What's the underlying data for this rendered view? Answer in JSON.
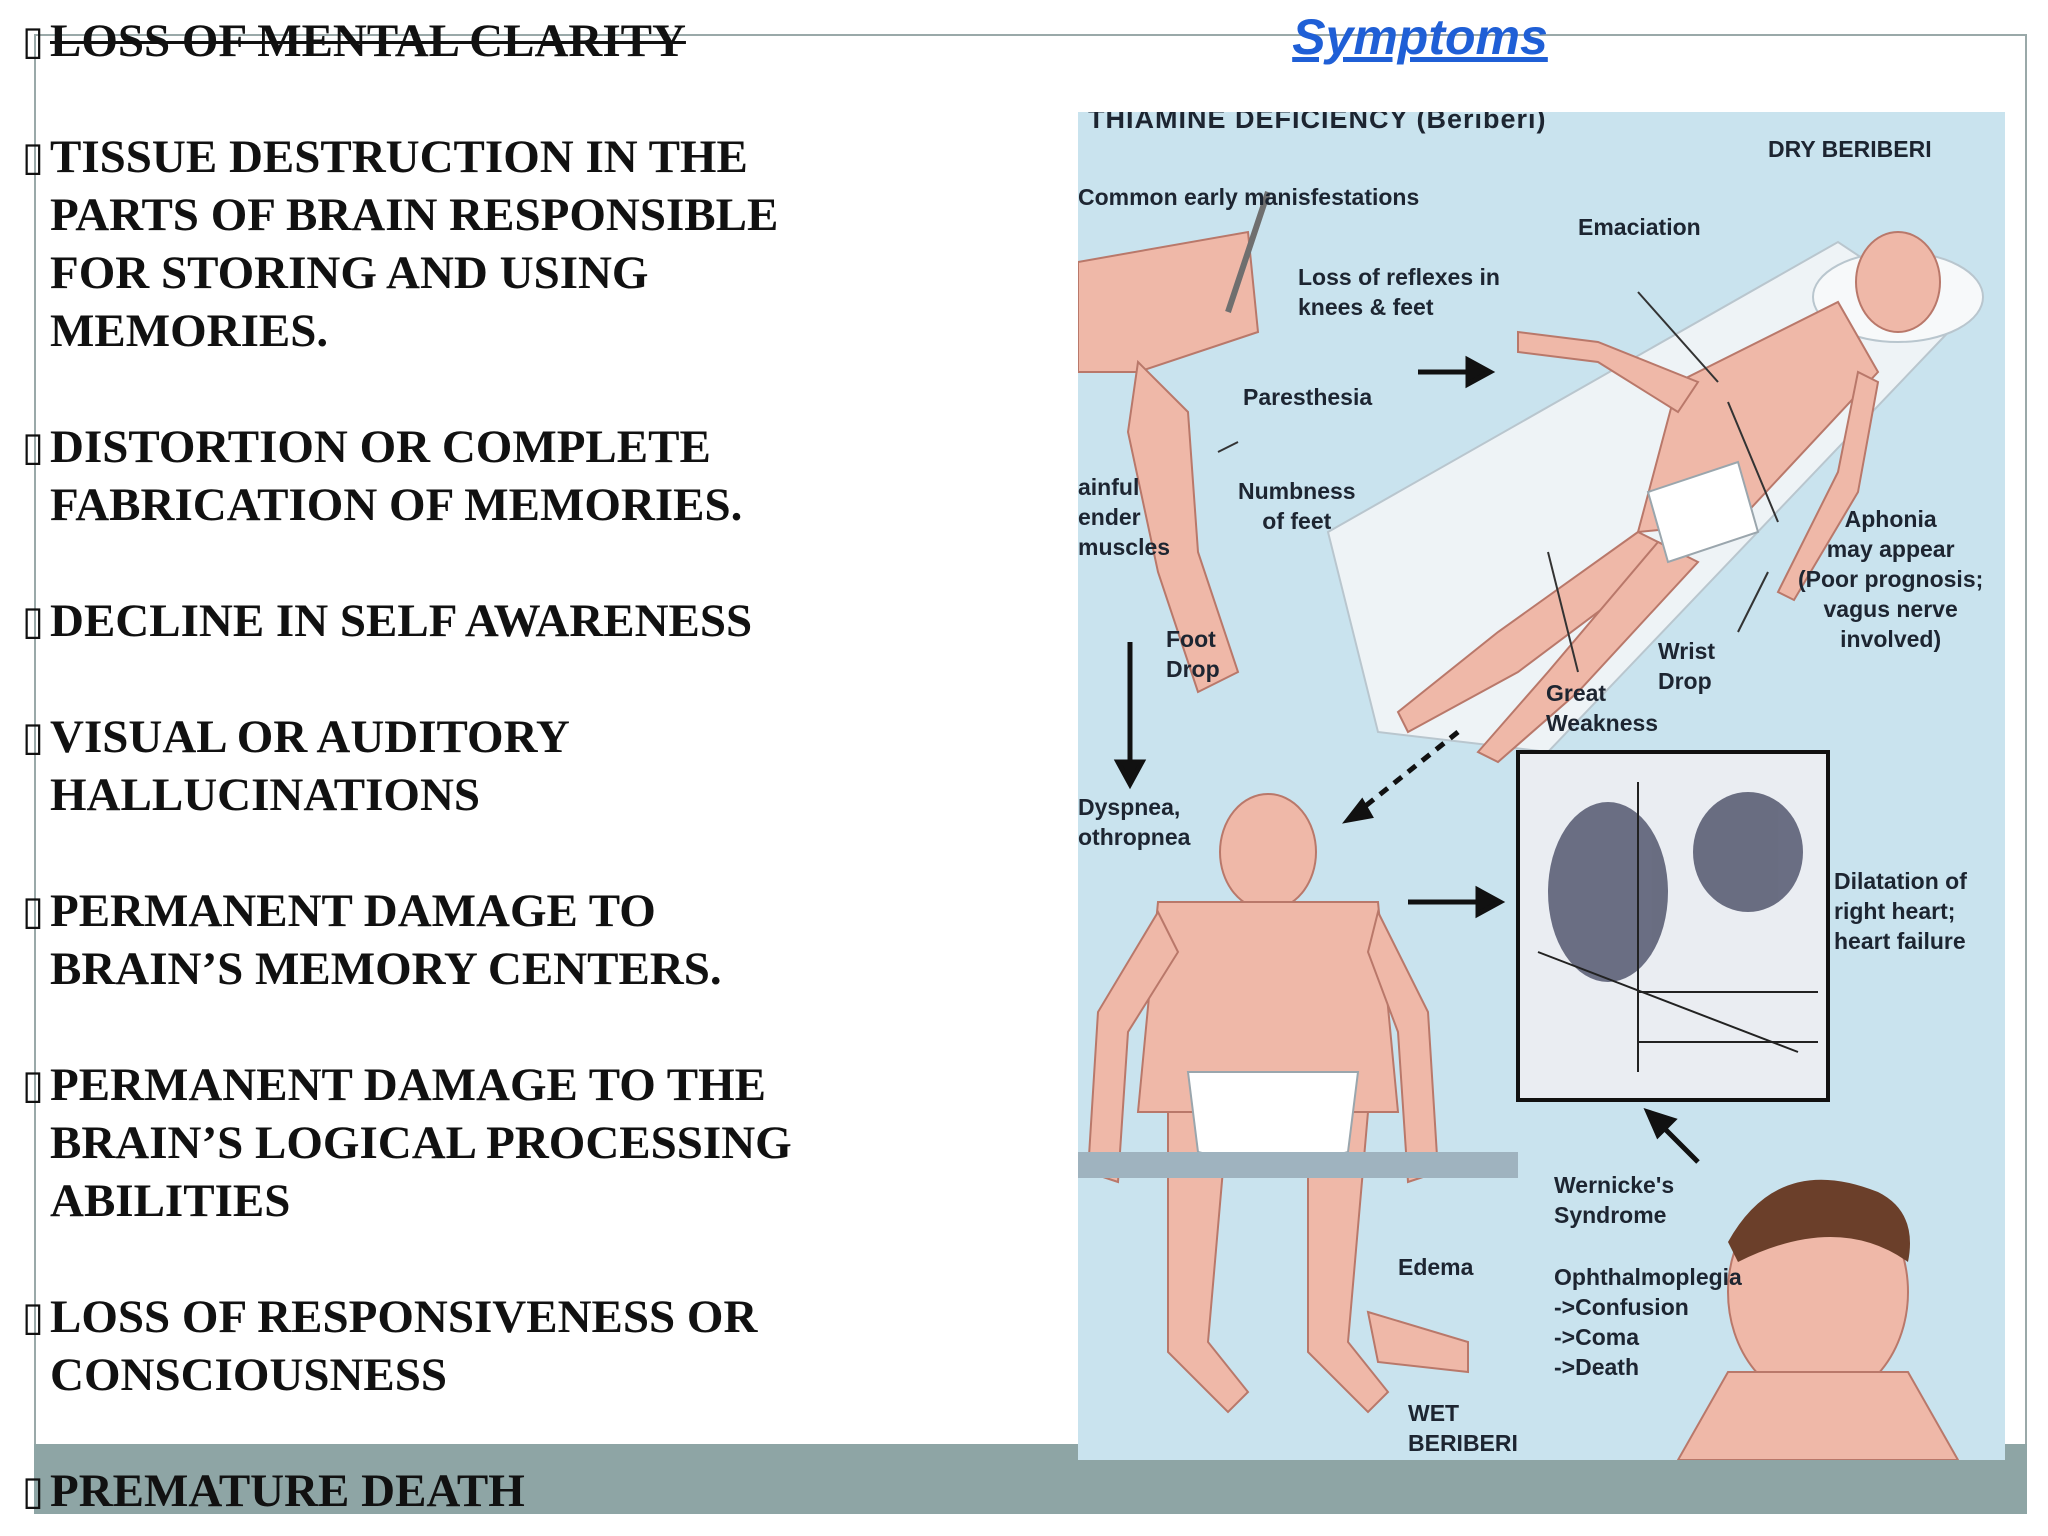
{
  "slide": {
    "title": "Symptoms",
    "colors": {
      "title": "#1f5fd6",
      "footer_bar": "#8ea5a5",
      "frame": "#9aa9a9",
      "panel_background": "#c9e3ee"
    },
    "bullet_glyph": "missing-glyph-box",
    "bullets": [
      {
        "text": "LOSS OF MENTAL CLARITY",
        "strike": true
      },
      {
        "text": "TISSUE DESTRUCTION IN THE\nPARTS OF BRAIN RESPONSIBLE\nFOR STORING AND USING\nMEMORIES."
      },
      {
        "text": "DISTORTION OR COMPLETE\nFABRICATION OF MEMORIES."
      },
      {
        "text": "DECLINE IN SELF AWARENESS"
      },
      {
        "text": "VISUAL OR AUDITORY\nHALLUCINATIONS"
      },
      {
        "text": "PERMANENT DAMAGE TO\nBRAIN’S MEMORY CENTERS."
      },
      {
        "text": "PERMANENT DAMAGE TO THE\nBRAIN’S LOGICAL PROCESSING\nABILITIES"
      },
      {
        "text": "LOSS OF RESPONSIVENESS OR\nCONSCIOUSNESS"
      },
      {
        "text": "PREMATURE DEATH"
      }
    ]
  },
  "illustration": {
    "heading": "THIAMINE DEFICIENCY (Beriberi)",
    "dry_beriberi": "DRY BERIBERI",
    "early": "Common early manisfestations",
    "emaciation": "Emaciation",
    "reflexes": "Loss of reflexes in\nknees & feet",
    "paresthesia": "Paresthesia",
    "painful": "ainful\nender\nmuscles",
    "numbness": "Numbness\nof feet",
    "aphonia": "Aphonia\nmay appear\n(Poor prognosis;\nvagus nerve\ninvolved)",
    "foot_drop": "Foot\nDrop",
    "wrist_drop": "Wrist\nDrop",
    "weakness": "Great\nWeakness",
    "dyspnea": "Dyspnea,\nothropnea",
    "dilatation": "Dilatation of\nright heart;\nheart failure",
    "wernicke": "Wernicke's\nSyndrome",
    "edema": "Edema",
    "ophthalmoplegia": "Ophthalmoplegia\n->Confusion\n->Coma\n->Death",
    "wet_beriberi": "WET\nBERIBERI"
  }
}
